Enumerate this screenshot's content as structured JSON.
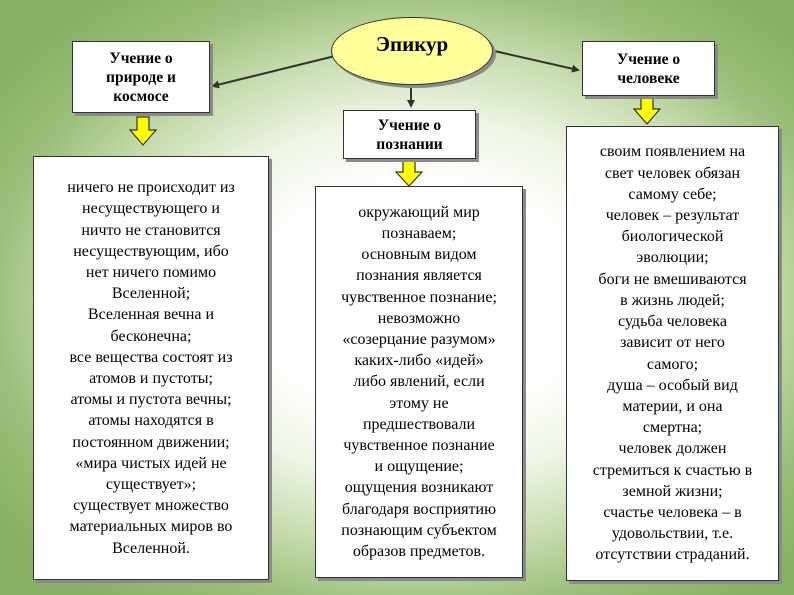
{
  "center": {
    "title": "Эпикур"
  },
  "nature": {
    "title": "Учение о\nприроде и\nкосмосе",
    "text": "ничего не происходит из\nнесуществующего и\nничто не становится\nнесуществующим, ибо\nнет ничего помимо\nВселенной;\nВселенная вечна и\nбесконечна;\nвсе вещества состоят из\nатомов и пустоты;\nатомы и пустота вечны;\nатомы находятся в\nпостоянном движении;\n«мира чистых идей не\nсуществует»;\nсуществует множество\nматериальных миров во\nВселенной."
  },
  "knowledge": {
    "title": "Учение о\nпознании",
    "text": "окружающий мир\nпознаваем;\nосновным видом\nпознания является\nчувственное познание;\nневозможно\n«созерцание разумом»\nкаких-либо «идей»\nлибо явлений, если\nэтому не\nпредшествовали\nчувственное познание\nи ощущение;\nощущения возникают\nблагодаря восприятию\nпознающим субъектом\nобразов предметов."
  },
  "human": {
    "title": "Учение о\nчеловеке",
    "text": "своим появлением на\nсвет человек обязан\nсамому себе;\nчеловек – результат\nбиологической\nэволюции;\nбоги не вмешиваются\nв жизнь людей;\nсудьба человека\nзависит от него\nсамого;\nдуша – особый вид\nматерии, и она\nсмертна;\nчеловек должен\nстремиться к счастью в\nземной жизни;\nсчастье человека – в\nудовольствии, т.е.\nотсутствии страданий."
  },
  "colors": {
    "ellipse": "#ffff99",
    "arrow": "#ffff00",
    "background": "#9cc07a"
  }
}
